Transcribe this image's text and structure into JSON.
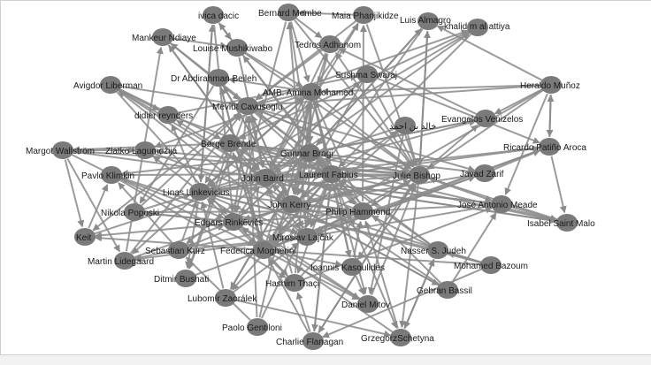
{
  "diagram": {
    "colors": {
      "node": "#7a7a7a",
      "edge": "#8a8a8a",
      "label": "#1a1a1a",
      "background": "#ffffff"
    },
    "nodes": [
      {
        "id": "ivica_dacic",
        "label": "ivica dacic"
      },
      {
        "id": "bernard_membe",
        "label": "Bernard Membe"
      },
      {
        "id": "maia_phanjikidze",
        "label": "Maia Phanjikidze"
      },
      {
        "id": "luis_almagro",
        "label": "Luis Almagro"
      },
      {
        "id": "khalid_attiya",
        "label": "khalid m al attiya"
      },
      {
        "id": "mankeur_ndiaye",
        "label": "Mankeur Ndiaye"
      },
      {
        "id": "louise_mushikiwabo",
        "label": "Louise Mushikiwabo"
      },
      {
        "id": "tedros_adhanom",
        "label": "Tedros Adhanom"
      },
      {
        "id": "sushma_swaraj",
        "label": "Sushma Swaraj"
      },
      {
        "id": "avigdor_liberman",
        "label": "Avigdor Liberman"
      },
      {
        "id": "abdirahman_beileh",
        "label": "Dr Abdirahman Beileh"
      },
      {
        "id": "amina_mohamed",
        "label": "AMB. Amina Mohamed"
      },
      {
        "id": "heraldo_munoz",
        "label": "Heraldo Muñoz"
      },
      {
        "id": "mevlut_cavusoglu",
        "label": "Mevlüt Cavusoglu"
      },
      {
        "id": "didier_reynders",
        "label": "didier reynders"
      },
      {
        "id": "arabic_name",
        "label": "خالد بن احمد"
      },
      {
        "id": "evangelos_venizelos",
        "label": "Evangelos Venizelos"
      },
      {
        "id": "borge_brende",
        "label": "Børge Brende"
      },
      {
        "id": "ricardo_patino",
        "label": "Ricardo Patiño Aroca"
      },
      {
        "id": "margot_wallstrom",
        "label": "Margot Wallström"
      },
      {
        "id": "zlatko_lagumdzija",
        "label": "Zlatko Lagumdžija"
      },
      {
        "id": "gunnar_bragi",
        "label": "Gunnar Bragi"
      },
      {
        "id": "laurent_fabius",
        "label": "Laurent Fabius"
      },
      {
        "id": "pavlo_klimkin",
        "label": "Pavlo Klimkin"
      },
      {
        "id": "julie_bishop",
        "label": "Julie Bishop"
      },
      {
        "id": "javad_zarif",
        "label": "Javad Zarif"
      },
      {
        "id": "john_baird",
        "label": "John Baird"
      },
      {
        "id": "linas_linkevicius",
        "label": "Linas Linkevicius"
      },
      {
        "id": "john_kerry",
        "label": "John Kerry"
      },
      {
        "id": "jose_antonio_meade",
        "label": "José Antonio Meade"
      },
      {
        "id": "nikola_poposki",
        "label": "Nikola Poposki"
      },
      {
        "id": "philip_hammond",
        "label": "Philip Hammond"
      },
      {
        "id": "edgars_rinkevics",
        "label": "Edgars Rinkēvičs"
      },
      {
        "id": "isabel_saint_malo",
        "label": "Isabel Saint Malo"
      },
      {
        "id": "keit",
        "label": "Keit"
      },
      {
        "id": "miroslav_lajcak",
        "label": "Miroslav Lajčák"
      },
      {
        "id": "sebastian_kurz",
        "label": "Sebastian Kurz"
      },
      {
        "id": "federica_mogherini",
        "label": "Federica Mogherini"
      },
      {
        "id": "nasser_judeh",
        "label": "Nasser S. Judeh"
      },
      {
        "id": "martin_lidegaard",
        "label": "Martin Lidegaard"
      },
      {
        "id": "mohamed_bazoum",
        "label": "Mohamed Bazoum"
      },
      {
        "id": "ioannis_kasoulides",
        "label": "Ioannis Kasoulides"
      },
      {
        "id": "ditmir_bushati",
        "label": "Ditmir Bushati"
      },
      {
        "id": "hashim_thaci",
        "label": "Hashim Thaçi"
      },
      {
        "id": "gebran_bassil",
        "label": "Gebran Bassil"
      },
      {
        "id": "lubomir_zaoralek",
        "label": "Lubomír Zaorálek"
      },
      {
        "id": "daniel_mitov",
        "label": "Daniel Mitov"
      },
      {
        "id": "paolo_gentiloni",
        "label": "Paolo Gentiloni"
      },
      {
        "id": "charlie_flanagan",
        "label": "Charlie Flanagan"
      },
      {
        "id": "grzegorz_schetyna",
        "label": "GrzegorzSchetyna"
      }
    ]
  }
}
